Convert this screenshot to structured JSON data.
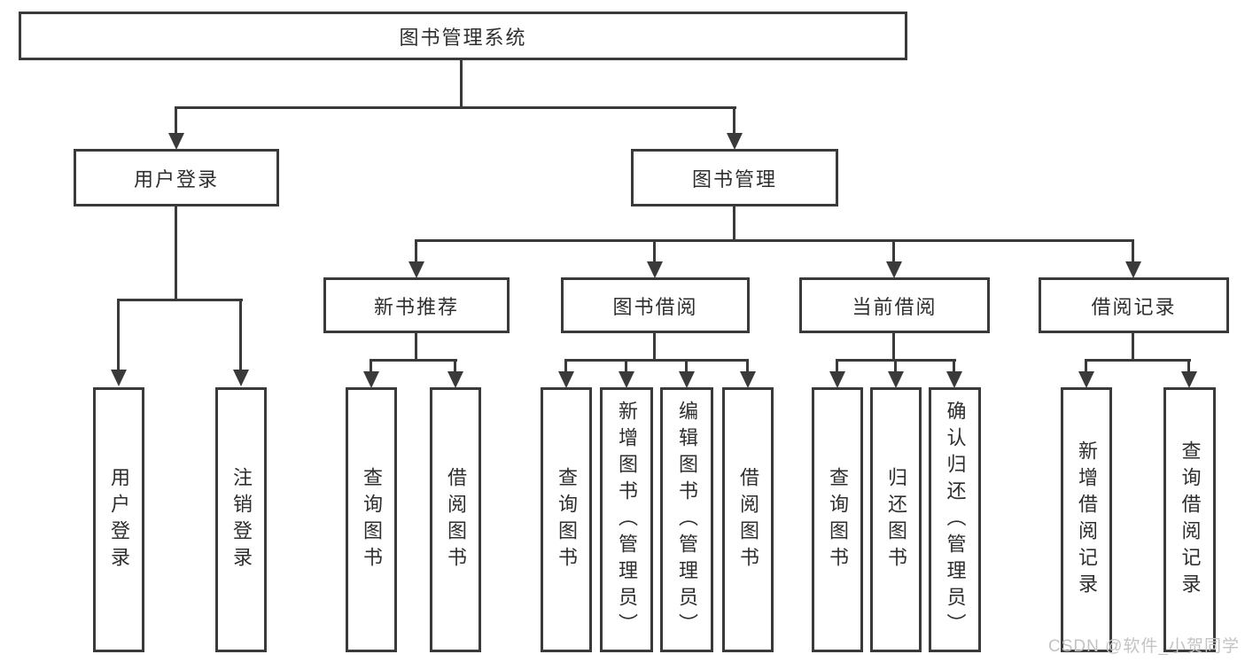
{
  "diagram": {
    "root": {
      "label": "图书管理系统"
    },
    "level2": [
      {
        "label": "用户登录"
      },
      {
        "label": "图书管理"
      }
    ],
    "level3": [
      {
        "label": "新书推荐"
      },
      {
        "label": "图书借阅"
      },
      {
        "label": "当前借阅"
      },
      {
        "label": "借阅记录"
      }
    ],
    "leaves": {
      "user_login": [
        "用户登录",
        "注销登录"
      ],
      "new_book_recommend": [
        "查询图书",
        "借阅图书"
      ],
      "book_borrow": [
        "查询图书",
        "新增图书（管理员）",
        "编辑图书（管理员）",
        "借阅图书"
      ],
      "current_borrow": [
        "查询图书",
        "归还图书",
        "确认归还（管理员）"
      ],
      "borrow_record": [
        "新增借阅记录",
        "查询借阅记录"
      ]
    }
  },
  "watermark": {
    "text": "CSDN @软件_小贺同学"
  },
  "colors": {
    "line": "#3a3a3a",
    "text": "#2e2e2e",
    "box_background": "#ffffff",
    "watermark": "#c3c3c3",
    "background": "#ffffff"
  }
}
